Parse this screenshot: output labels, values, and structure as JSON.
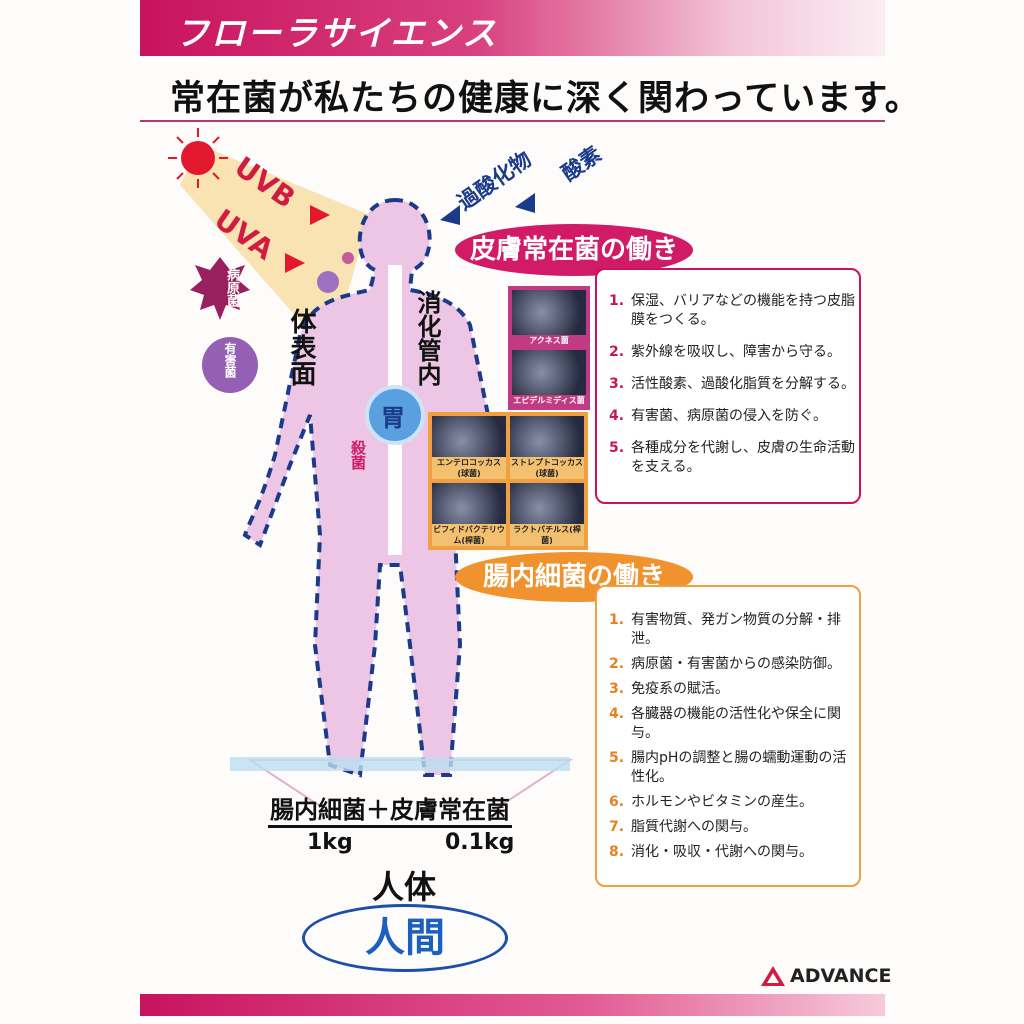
{
  "header": {
    "banner_title": "フローラサイエンス",
    "headline": "常在菌が私たちの健康に深く関わっています。"
  },
  "diagram": {
    "uvb": "UVB",
    "uva": "UVA",
    "pathogen": "病原菌",
    "harmful": "有害菌",
    "body_surface": "体表面",
    "digestive_tract": "消化管内",
    "peroxide": "過酸化物",
    "oxygen": "酸素",
    "stomach": "胃",
    "sterilization": "殺菌",
    "bacteria_sum": "腸内細菌＋皮膚常在菌",
    "gut_weight": "1kg",
    "skin_weight": "0.1kg",
    "human_body": "人体",
    "human": "人間"
  },
  "skin_section": {
    "title": "皮膚常在菌の働き",
    "photos": [
      "アクネス菌",
      "エピデルミディス菌"
    ],
    "items": [
      {
        "num": "1.",
        "text": "保湿、バリアなどの機能を持つ皮脂膜をつくる。"
      },
      {
        "num": "2.",
        "text": "紫外線を吸収し、障害から守る。"
      },
      {
        "num": "3.",
        "text": "活性酸素、過酸化脂質を分解する。"
      },
      {
        "num": "4.",
        "text": "有害菌、病原菌の侵入を防ぐ。"
      },
      {
        "num": "5.",
        "text": "各種成分を代謝し、皮膚の生命活動を支える。"
      }
    ]
  },
  "gut_section": {
    "title": "腸内細菌の働き",
    "photos": [
      "エンテロコッカス(球菌)",
      "ストレプトコッカス(球菌)",
      "ビフィドバクテリウム(桿菌)",
      "ラクトバチルス(桿菌)"
    ],
    "items": [
      {
        "num": "1.",
        "text": "有害物質、発ガン物質の分解・排泄。"
      },
      {
        "num": "2.",
        "text": "病原菌・有害菌からの感染防御。"
      },
      {
        "num": "3.",
        "text": "免疫系の賦活。"
      },
      {
        "num": "4.",
        "text": "各臓器の機能の活性化や保全に関与。"
      },
      {
        "num": "5.",
        "text": "腸内pHの調整と腸の蠕動運動の活性化。"
      },
      {
        "num": "6.",
        "text": "ホルモンやビタミンの産生。"
      },
      {
        "num": "7.",
        "text": "脂質代謝への関与。"
      },
      {
        "num": "8.",
        "text": "消化・吸収・代謝への関与。"
      }
    ]
  },
  "footer": {
    "brand": "ADVANCE"
  },
  "colors": {
    "magenta": "#c8135e",
    "orange": "#f0932e",
    "navy": "#1b3a8a",
    "body_pink": "#ecc6e4"
  }
}
